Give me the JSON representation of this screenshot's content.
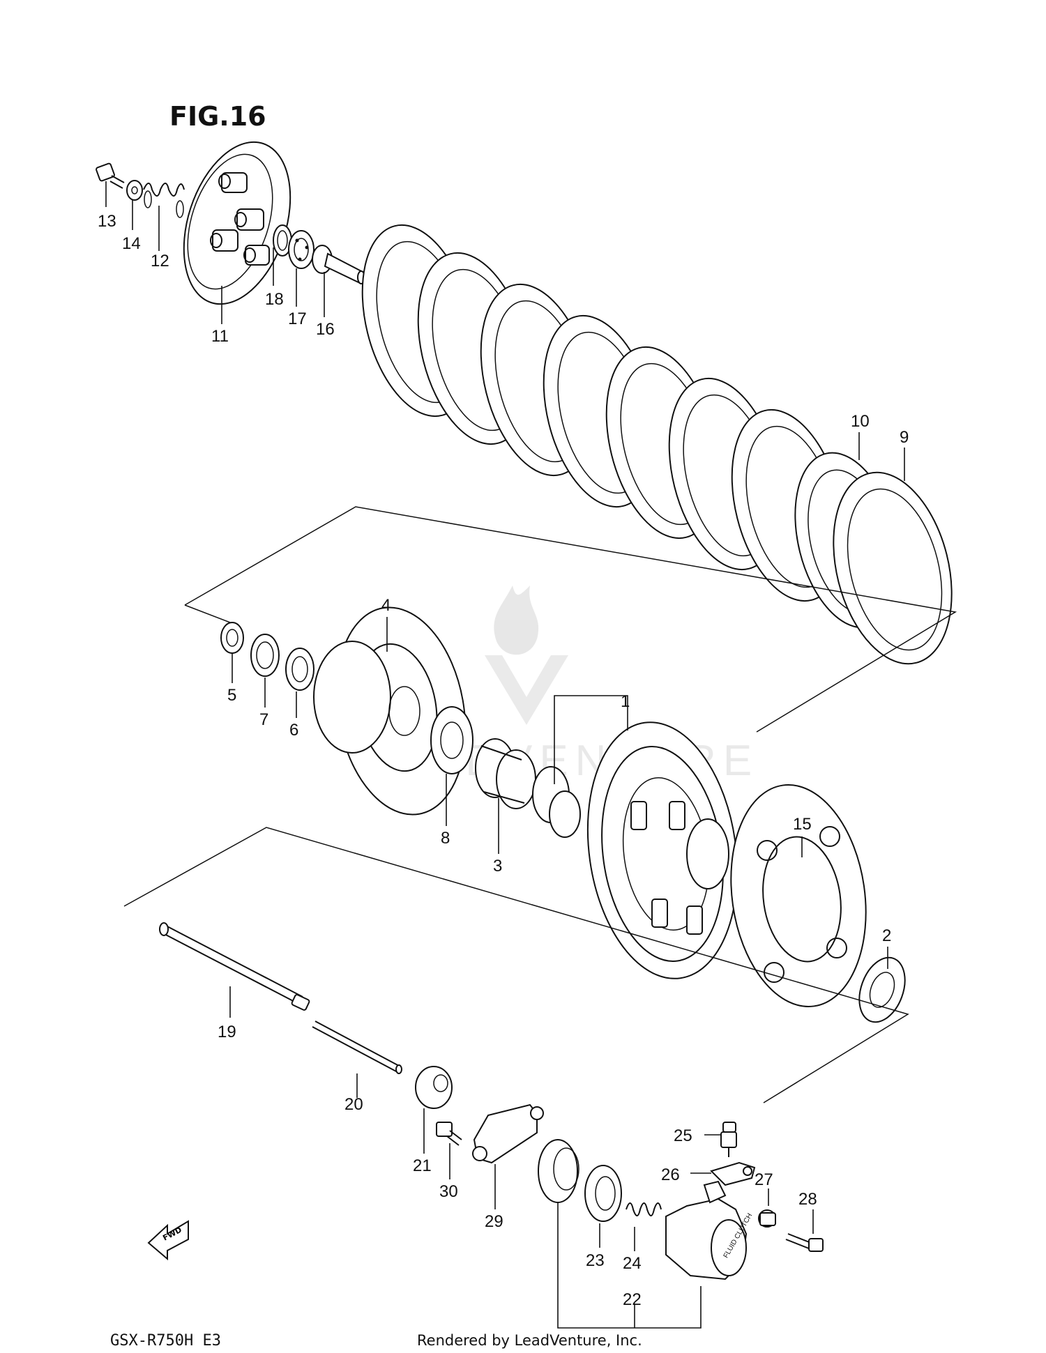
{
  "figure": {
    "title": "FIG.16",
    "model_code": "GSX-R750H E3",
    "rendered_by": "Rendered by LeadVenture, Inc.",
    "watermark": "LEADVENTURE",
    "fwd_label": "FWD",
    "cover_label": "FLUID CLUTCH"
  },
  "callouts": [
    {
      "id": "13",
      "label": "13"
    },
    {
      "id": "14",
      "label": "14"
    },
    {
      "id": "12",
      "label": "12"
    },
    {
      "id": "18",
      "label": "18"
    },
    {
      "id": "17",
      "label": "17"
    },
    {
      "id": "16",
      "label": "16"
    },
    {
      "id": "11",
      "label": "11"
    },
    {
      "id": "10",
      "label": "10"
    },
    {
      "id": "9",
      "label": "9"
    },
    {
      "id": "4",
      "label": "4"
    },
    {
      "id": "5",
      "label": "5"
    },
    {
      "id": "7",
      "label": "7"
    },
    {
      "id": "6",
      "label": "6"
    },
    {
      "id": "1",
      "label": "1"
    },
    {
      "id": "8",
      "label": "8"
    },
    {
      "id": "3",
      "label": "3"
    },
    {
      "id": "15",
      "label": "15"
    },
    {
      "id": "2",
      "label": "2"
    },
    {
      "id": "19",
      "label": "19"
    },
    {
      "id": "20",
      "label": "20"
    },
    {
      "id": "21",
      "label": "21"
    },
    {
      "id": "30",
      "label": "30"
    },
    {
      "id": "29",
      "label": "29"
    },
    {
      "id": "25",
      "label": "25"
    },
    {
      "id": "26",
      "label": "26"
    },
    {
      "id": "27",
      "label": "27"
    },
    {
      "id": "28",
      "label": "28"
    },
    {
      "id": "23",
      "label": "23"
    },
    {
      "id": "24",
      "label": "24"
    },
    {
      "id": "22",
      "label": "22"
    }
  ]
}
